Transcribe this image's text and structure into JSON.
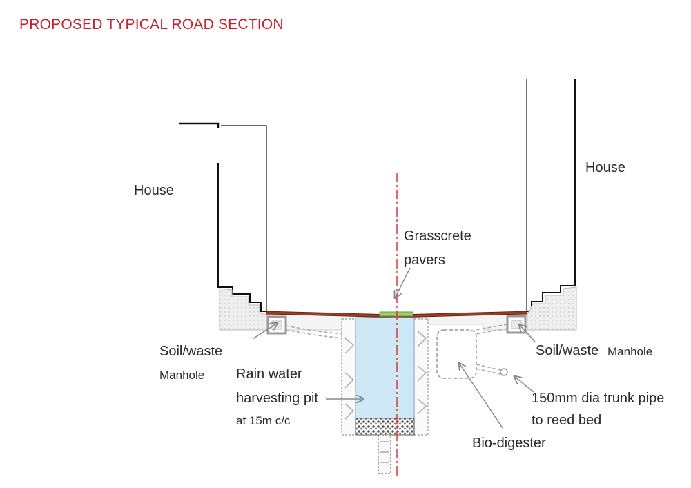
{
  "title": "PROPOSED TYPICAL ROAD SECTION",
  "labels": {
    "house_left": "House",
    "house_right": "House",
    "grasscrete_1": "Grasscrete",
    "grasscrete_2": "pavers",
    "soil_left_1": "Soil/waste",
    "soil_left_2": "Manhole",
    "soil_right_1": "Soil/waste",
    "soil_right_2": "Manhole",
    "rain_1": "Rain water",
    "rain_2": "harvesting pit",
    "rain_3": "at 15m c/c",
    "trunk_1": "150mm dia trunk pipe",
    "trunk_2": "to reed bed",
    "biodigester": "Bio-digester"
  },
  "colors": {
    "title": "#c8202e",
    "road": "#9b3a20",
    "water": "#cfe8f6",
    "centerline": "#d9383a",
    "grass": "#9ecf6a"
  }
}
